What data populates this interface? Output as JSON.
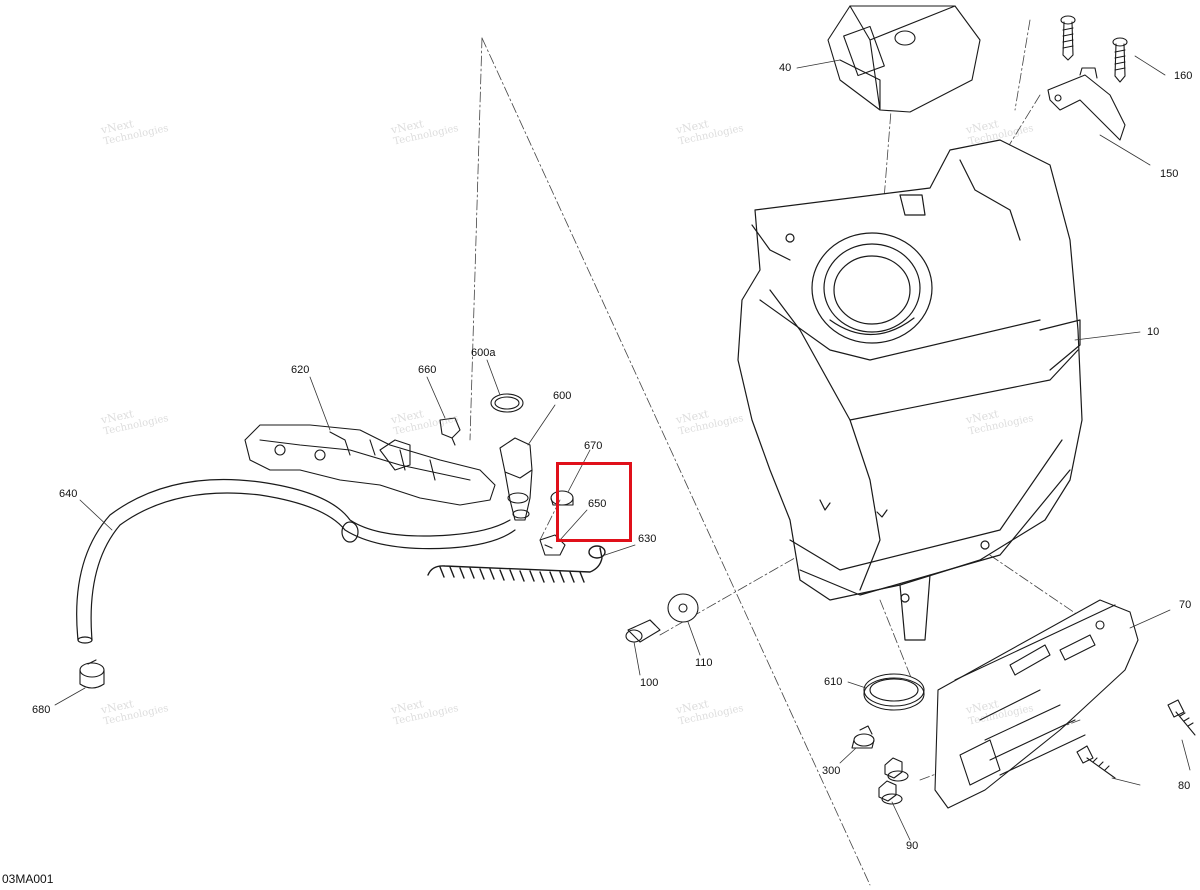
{
  "figure_code": "03MA001",
  "watermark": {
    "line1": "vNext",
    "line2": "Technologies"
  },
  "highlight": {
    "label": "650",
    "color": "#e0101a"
  },
  "callouts": [
    {
      "id": "40",
      "text": "40"
    },
    {
      "id": "160",
      "text": "160"
    },
    {
      "id": "150",
      "text": "150"
    },
    {
      "id": "10",
      "text": "10"
    },
    {
      "id": "600a",
      "text": "600a"
    },
    {
      "id": "620",
      "text": "620"
    },
    {
      "id": "660",
      "text": "660"
    },
    {
      "id": "600",
      "text": "600"
    },
    {
      "id": "670",
      "text": "670"
    },
    {
      "id": "650",
      "text": "650"
    },
    {
      "id": "630",
      "text": "630"
    },
    {
      "id": "640",
      "text": "640"
    },
    {
      "id": "680",
      "text": "680"
    },
    {
      "id": "100",
      "text": "100"
    },
    {
      "id": "110",
      "text": "110"
    },
    {
      "id": "610",
      "text": "610"
    },
    {
      "id": "300",
      "text": "300"
    },
    {
      "id": "70",
      "text": "70"
    },
    {
      "id": "80",
      "text": "80"
    },
    {
      "id": "90",
      "text": "90"
    }
  ]
}
